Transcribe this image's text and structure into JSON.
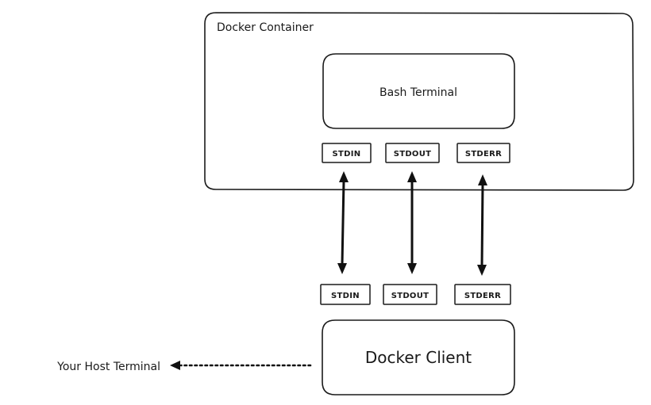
{
  "container": {
    "title": "Docker Container",
    "bash_terminal": "Bash Terminal",
    "streams": [
      "STDIN",
      "STDOUT",
      "STDERR"
    ]
  },
  "client": {
    "title": "Docker Client",
    "streams": [
      "STDIN",
      "STDOUT",
      "STDERR"
    ]
  },
  "host": {
    "label": "Your Host Terminal"
  },
  "colors": {
    "stroke": "#1a1a1a",
    "background": "#ffffff"
  }
}
